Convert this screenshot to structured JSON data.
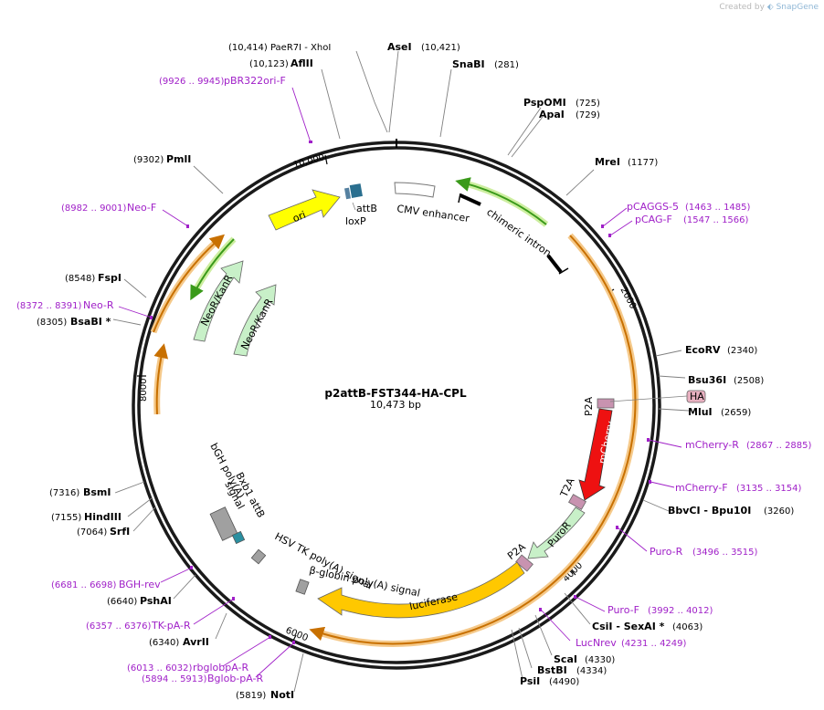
{
  "watermark": {
    "prefix": "Created by",
    "brand": "SnapGene"
  },
  "plasmid": {
    "name": "p2attB-FST344-HA-CPL",
    "length": "10,473 bp"
  },
  "ticks": [
    "2000",
    "4000",
    "6000",
    "8000",
    "10,000"
  ],
  "enzymes": [
    {
      "name": "(10,414)  PaeR7I   - XhoI",
      "pos": ""
    },
    {
      "name": "AseI",
      "pos": "(10,421)"
    },
    {
      "name": "AflII",
      "pos": "(10,123)"
    },
    {
      "name": "SnaBI",
      "pos": "(281)"
    },
    {
      "name": "PspOMI",
      "pos": "(725)"
    },
    {
      "name": "ApaI",
      "pos": "(729)"
    },
    {
      "name": "MreI",
      "pos": "(1177)"
    },
    {
      "name": "PmlI",
      "pos": "(9302)"
    },
    {
      "name": "FspI",
      "pos": "(8548)"
    },
    {
      "name": "BsaBI *",
      "pos": "(8305)"
    },
    {
      "name": "EcoRV",
      "pos": "(2340)"
    },
    {
      "name": "Bsu36I",
      "pos": "(2508)"
    },
    {
      "name": "MluI",
      "pos": "(2659)"
    },
    {
      "name": "BbvCI   - Bpu10I",
      "pos": "(3260)"
    },
    {
      "name": "BsmI",
      "pos": "(7316)"
    },
    {
      "name": "HindIII",
      "pos": "(7155)"
    },
    {
      "name": "SrfI",
      "pos": "(7064)"
    },
    {
      "name": "PshAI",
      "pos": "(6640)"
    },
    {
      "name": "AvrII",
      "pos": "(6340)"
    },
    {
      "name": "CsiI   - SexAI *",
      "pos": "(4063)"
    },
    {
      "name": "ScaI",
      "pos": "(4330)"
    },
    {
      "name": "BstBI",
      "pos": "(4334)"
    },
    {
      "name": "PsiI",
      "pos": "(4490)"
    },
    {
      "name": "NotI",
      "pos": "(5819)"
    }
  ],
  "primers": [
    {
      "name": "pBR322ori-F",
      "pos": "(9926 .. 9945)"
    },
    {
      "name": "Neo-F",
      "pos": "(8982 .. 9001)"
    },
    {
      "name": "Neo-R",
      "pos": "(8372 .. 8391)"
    },
    {
      "name": "pCAGGS-5",
      "pos": "(1463 .. 1485)"
    },
    {
      "name": "pCAG-F",
      "pos": "(1547 .. 1566)"
    },
    {
      "name": "mCherry-R",
      "pos": "(2867 .. 2885)"
    },
    {
      "name": "mCherry-F",
      "pos": "(3135 .. 3154)"
    },
    {
      "name": "Puro-R",
      "pos": "(3496 .. 3515)"
    },
    {
      "name": "Puro-F",
      "pos": "(3992 .. 4012)"
    },
    {
      "name": "LucNrev",
      "pos": "(4231 .. 4249)"
    },
    {
      "name": "BGH-rev",
      "pos": "(6681 .. 6698)"
    },
    {
      "name": "TK-pA-R",
      "pos": "(6357 .. 6376)"
    },
    {
      "name": "rbglobpA-R",
      "pos": "(6013 .. 6032)"
    },
    {
      "name": "Bglob-pA-R",
      "pos": "(5894 .. 5913)"
    }
  ],
  "features": {
    "ori": "ori",
    "attB": "attB",
    "loxP": "loxP",
    "cmv": "CMV enhancer",
    "intron": "chimeric intron",
    "neo1": "NeoR/KanR",
    "neo2": "NeoR/KanR",
    "p2a_top": "P2A",
    "ha": "HA",
    "mcherry": "mCherry",
    "t2a": "T2A",
    "puror": "PuroR",
    "p2a_bottom": "P2A",
    "luciferase": "luciferase",
    "hsv": "HSV TK poly(A) signal",
    "bglobin": "β-globin poly(A) signal",
    "bxb1": "Bxb1 attB",
    "bgh1": "bGH poly(A)",
    "bgh2": "signal"
  },
  "colors": {
    "backbone": "#1a1a1a",
    "enzyme_line": "#808080",
    "primer": "#a020c8",
    "ori": "#ffff00",
    "attB": "#2a6f8f",
    "neo": "#c8f0c8",
    "intron_arc": "#3a9a1a",
    "orange_arc": "#c87000",
    "orange_halo": "#f5c98a",
    "green_halo": "#cdeea0",
    "mcherry": "#ee1111",
    "puror": "#c8f0c8",
    "luciferase": "#ffc800",
    "p2a": "#c893b0",
    "polyA": "#a0a0a0"
  }
}
